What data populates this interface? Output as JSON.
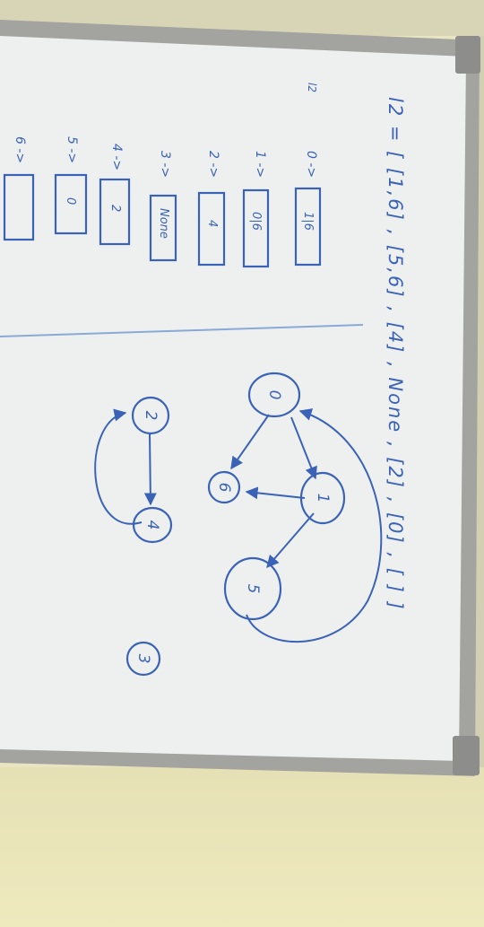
{
  "board": {
    "formula": "l2 = [ [1,6] , [5,6] , [4] , None , [2] , [0] , [ ] ]",
    "axis_label": "l2",
    "rows": [
      {
        "index": "0 ->",
        "box": "1|6"
      },
      {
        "index": "1 ->",
        "box": "0|6"
      },
      {
        "index": "2 ->",
        "box": "4"
      },
      {
        "index": "3 ->",
        "box": "None"
      },
      {
        "index": "4 ->",
        "box": "2"
      },
      {
        "index": "5 ->",
        "box": "0"
      },
      {
        "index": "6 ->",
        "box": ""
      }
    ],
    "nodes": [
      "0",
      "1",
      "6",
      "5",
      "2",
      "4",
      "3"
    ]
  },
  "colors": {
    "ink": "#3a63b8",
    "board": "#eef0ef",
    "frame": "#9b9b9b",
    "wall": "#e9e4c2"
  }
}
